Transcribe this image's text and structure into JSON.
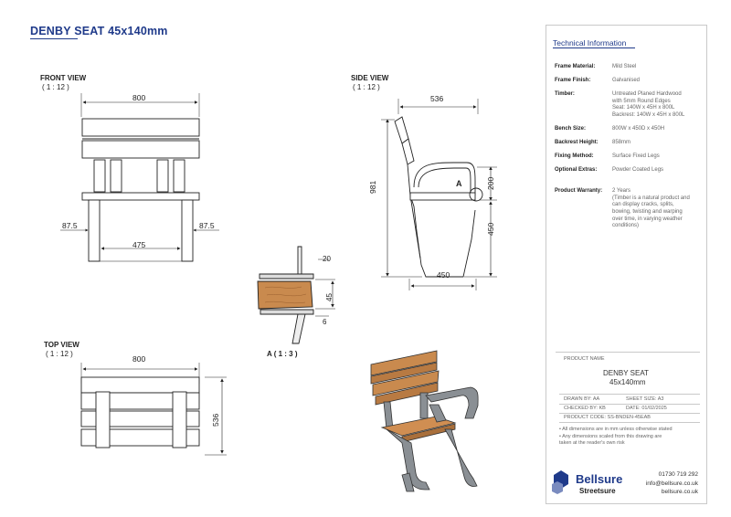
{
  "title": "DENBY SEAT 45x140mm",
  "views": {
    "front": {
      "label": "FRONT VIEW",
      "scale": "( 1 : 12 )",
      "dim_width": "800",
      "dim_left_offset": "87.5",
      "dim_right_offset": "87.5",
      "dim_inner": "475"
    },
    "side": {
      "label": "SIDE VIEW",
      "scale": "( 1 : 12 )",
      "dim_depth": "536",
      "dim_height": "981",
      "dim_back": "200",
      "dim_seat": "450",
      "dim_base": "450",
      "callout": "A"
    },
    "detail": {
      "label": "A ( 1 : 3 )",
      "dim_top": "20",
      "dim_thickness": "45",
      "dim_bottom": "6"
    },
    "top": {
      "label": "TOP VIEW",
      "scale": "( 1 : 12 )",
      "dim_width": "800",
      "dim_depth": "536"
    }
  },
  "panel": {
    "heading": "Technical Information",
    "specs": [
      {
        "k": "Frame Material:",
        "v": "Mild Steel"
      },
      {
        "k": "Frame Finish:",
        "v": "Galvanised"
      },
      {
        "k": "Timber:",
        "v": "Untreated Planed Hardwood\nwith 5mm Round Edges\nSeat: 140W x 45H x 800L\nBackrest: 140W x 45H x 800L"
      },
      {
        "k": "Bench Size:",
        "v": "800W x 450D x 450H"
      },
      {
        "k": "Backrest Height:",
        "v": "858mm"
      },
      {
        "k": "Fixing Method:",
        "v": "Surface Fixed Legs"
      },
      {
        "k": "Optional Extras:",
        "v": "Powder Coated Legs"
      },
      {
        "k": "Product Warranty:",
        "v": "2 Years\n(Timber is a natural product and\ncan display cracks, splits,\nbowing, twisting and warping\nover time, in varying weather\nconditions)"
      }
    ],
    "title_block": {
      "product_name_label": "PRODUCT NAME",
      "product_name": "DENBY SEAT",
      "product_sub": "45x140mm",
      "drawn_by": "DRAWN BY:   AA",
      "sheet_size": "SHEET SIZE:   A3",
      "checked_by": "CHECKED BY:   KB",
      "date": "DATE:   01/02/2025",
      "product_code": "PRODUCT CODE:   SS-BNDEN-45EAB"
    },
    "notes": [
      "• All dimensions are in mm unless otherwise stated",
      "• Any dimensions scaled from this drawing are",
      "  taken at the reader's own risk"
    ],
    "contact": {
      "phone": "01730 719 292",
      "email": "info@bellsure.co.uk",
      "web": "bellsure.co.uk"
    },
    "brand": {
      "name": "Bellsure",
      "sub": "Streetsure"
    }
  }
}
